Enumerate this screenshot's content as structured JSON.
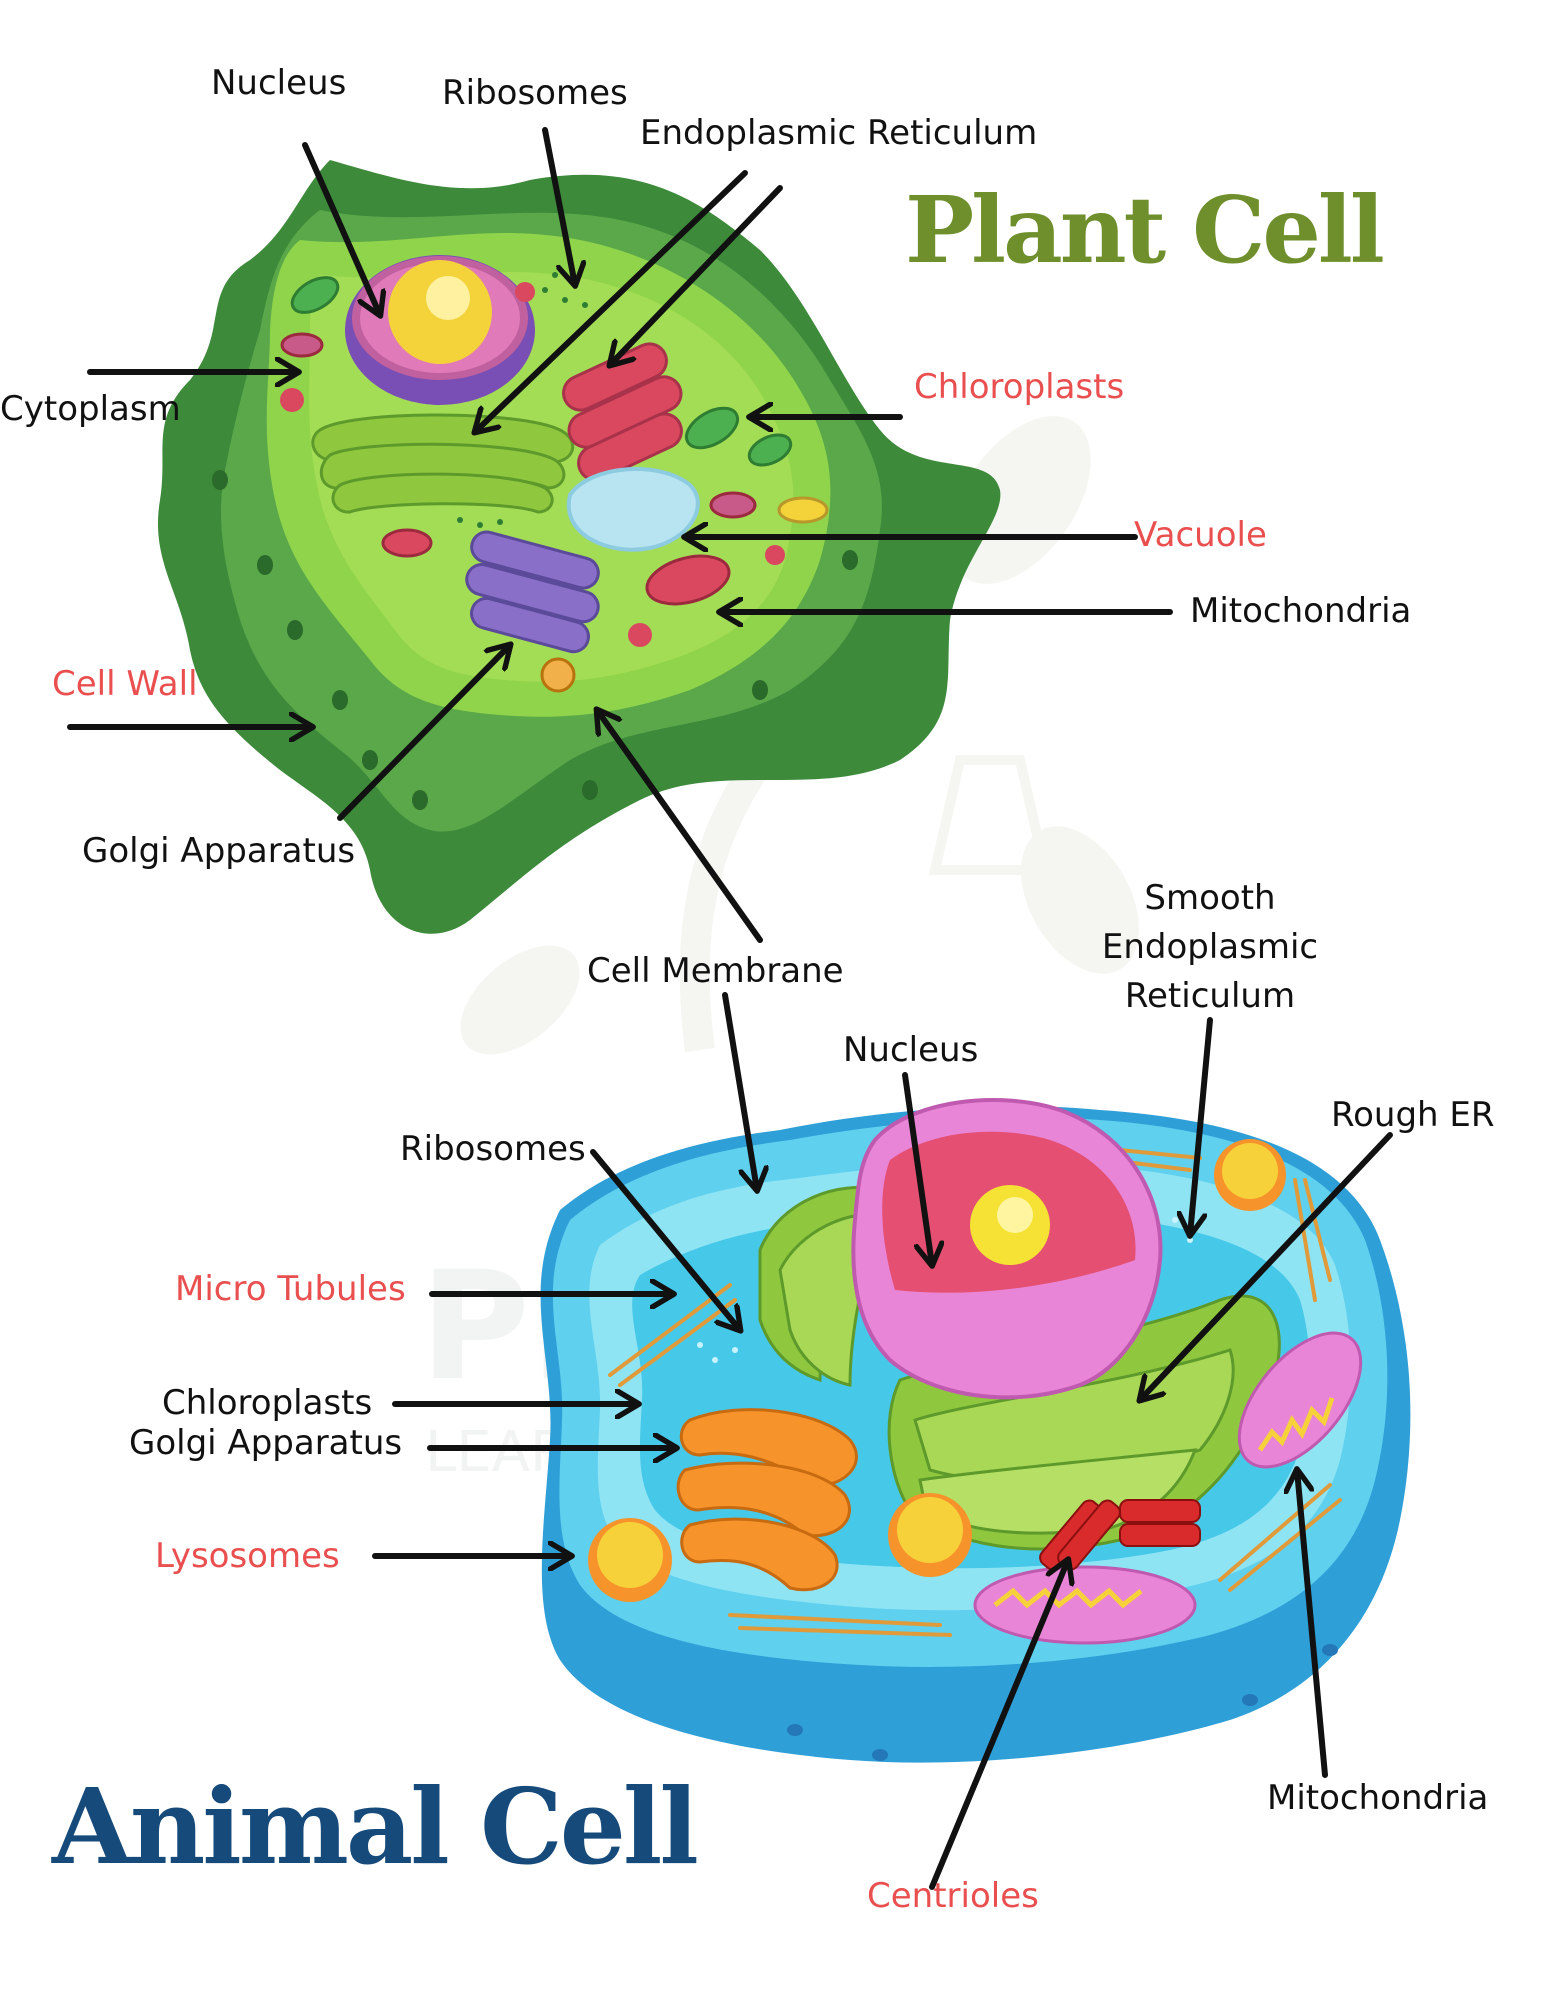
{
  "titles": {
    "plant": "Plant Cell",
    "animal": "Animal Cell"
  },
  "plant_labels": {
    "nucleus": "Nucleus",
    "ribosomes": "Ribosomes",
    "er": "Endoplasmic Reticulum",
    "cytoplasm": "Cytoplasm",
    "chloroplasts": "Chloroplasts",
    "vacuole": "Vacuole",
    "mitochondria": "Mitochondria",
    "cell_wall": "Cell Wall",
    "golgi": "Golgi Apparatus",
    "cell_membrane": "Cell Membrane"
  },
  "animal_labels": {
    "smooth_er_1": "Smooth",
    "smooth_er_2": "Endoplasmic",
    "smooth_er_3": "Reticulum",
    "nucleus": "Nucleus",
    "rough_er": "Rough ER",
    "ribosomes": "Ribosomes",
    "micro_tubules": "Micro Tubules",
    "chloroplasts": "Chloroplasts",
    "golgi": "Golgi Apparatus",
    "lysosomes": "Lysosomes",
    "mitochondria": "Mitochondria",
    "centrioles": "Centrioles"
  },
  "watermark": {
    "line1": "PRACTICE",
    "line2": "LEARNING SOLUTION"
  },
  "colors": {
    "plant_title": "#6e8f2b",
    "animal_title": "#164a7a",
    "red_label": "#ea4f4f",
    "label": "#111111"
  }
}
